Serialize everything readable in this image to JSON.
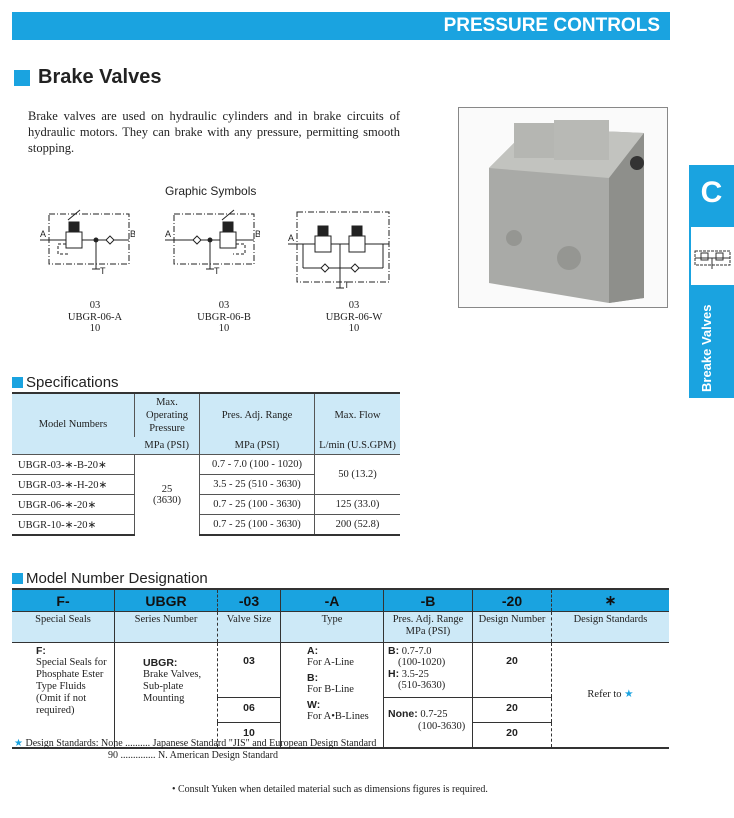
{
  "header": {
    "section": "PRESSURE CONTROLS"
  },
  "title": "Brake Valves",
  "intro": "Brake valves are used on hydraulic cylinders and in brake circuits of hydraulic motors.  They can brake with any pressure, permitting smooth stopping.",
  "graphic_symbols": {
    "title": "Graphic Symbols",
    "port_a": "A",
    "port_b": "B",
    "port_t": "T",
    "items": [
      {
        "l1": "03",
        "l2": "UBGR-06-A",
        "l3": "10"
      },
      {
        "l1": "03",
        "l2": "UBGR-06-B",
        "l3": "10"
      },
      {
        "l1": "03",
        "l2": "UBGR-06-W",
        "l3": "10"
      }
    ]
  },
  "side_tab": {
    "letter": "C",
    "label": "Breake Valves"
  },
  "specifications": {
    "title": "Specifications",
    "headers": {
      "model": "Model Numbers",
      "max_op": "Max. Operating Pressure",
      "max_op_unit": "MPa (PSI)",
      "pres": "Pres. Adj. Range",
      "pres_unit": "MPa (PSI)",
      "flow": "Max. Flow",
      "flow_unit": "L/min (U.S.GPM)"
    },
    "rows": [
      {
        "model": "UBGR-03-∗-B-20∗",
        "pres": "0.7 - 7.0 (100 - 1020)"
      },
      {
        "model": "UBGR-03-∗-H-20∗",
        "pres": "3.5 - 25 (510 - 3630)"
      },
      {
        "model": "UBGR-06-∗-20∗",
        "pres": "0.7 - 25 (100 - 3630)",
        "flow": "125 (33.0)"
      },
      {
        "model": "UBGR-10-∗-20∗",
        "pres": "0.7 - 25 (100 - 3630)",
        "flow": "200 (52.8)"
      }
    ],
    "max_op_value": "25",
    "max_op_value_psi": "(3630)",
    "flow_03": "50 (13.2)"
  },
  "model_designation": {
    "title": "Model Number Designation",
    "codes": [
      "F-",
      "UBGR",
      "-03",
      "-A",
      "-B",
      "-20",
      "∗"
    ],
    "labels": [
      "Special Seals",
      "Series Number",
      "Valve Size",
      "Type",
      "Pres. Adj. Range MPa (PSI)",
      "Design Number",
      "Design Standards"
    ],
    "f_code": "F:",
    "f_desc": "Special Seals for Phosphate Ester Type Fluids",
    "f_note": "(Omit if not required)",
    "series_code": "UBGR:",
    "series_desc": "Brake Valves, Sub-plate Mounting",
    "sizes": [
      "03",
      "06",
      "10"
    ],
    "types": [
      {
        "code": "A:",
        "desc": "For A-Line"
      },
      {
        "code": "B:",
        "desc": "For B-Line"
      },
      {
        "code": "W:",
        "desc": "For A•B-Lines"
      }
    ],
    "ranges": [
      {
        "code": "B:",
        "desc": "0.7-7.0",
        "psi": "(100-1020)"
      },
      {
        "code": "H:",
        "desc": "3.5-25",
        "psi": "(510-3630)"
      },
      {
        "code": "None:",
        "desc": "0.7-25",
        "psi": "(100-3630)"
      }
    ],
    "design_numbers": [
      "20",
      "20",
      "20"
    ],
    "refer": "Refer to"
  },
  "footnote": {
    "label": "Design Standards:",
    "l1": "None .......... Japanese Standard \"JIS\" and European Design Standard",
    "l2": "90 .............. N. American Design Standard"
  },
  "consult": "• Consult Yuken when detailed material such as dimensions figures is required.",
  "colors": {
    "accent": "#1aa3e0",
    "header_light": "#cde9f7"
  }
}
